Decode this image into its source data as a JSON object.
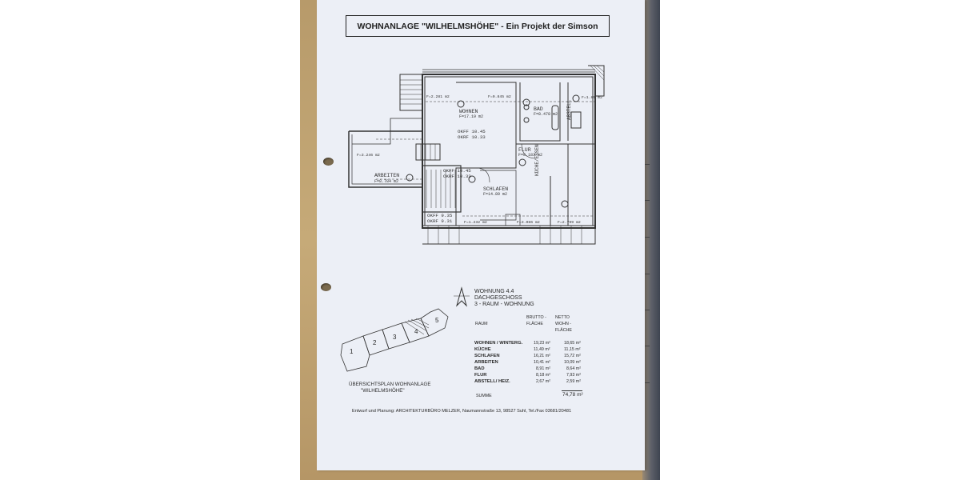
{
  "header": {
    "title": "WOHNANLAGE  \"WILHELMSHÖHE\" -   Ein Projekt der Simson"
  },
  "floorplan": {
    "rooms": [
      {
        "name": "WOHNEN",
        "area": "F=17.19 m2"
      },
      {
        "name": "BAD",
        "area": "F=8.478 m2"
      },
      {
        "name": "FLUR",
        "area": "F=8.183 m2"
      },
      {
        "name": "SCHLAFEN",
        "area": "F=14.89 m2"
      },
      {
        "name": "ARBEITEN",
        "area": "F=8.784 m2"
      },
      {
        "name": "KÜCHE/ESSEN",
        "area": ""
      },
      {
        "name": "ABSTELL",
        "area": ""
      }
    ],
    "areas": [
      "F=2.281 m2",
      "F=0.845 m2",
      "F=3.246 m2",
      "F=1.232 m2",
      "F=3.086 m2",
      "F=2.799 m2",
      "F=1.89 m2"
    ],
    "levels": [
      "OKFF 10.45",
      "OKRF 10.33",
      "OKFF 10.45",
      "OKRF 10.33",
      "OKFF 9.35",
      "OKRF 9.31"
    ]
  },
  "unit": {
    "line1": "WOHNUNG  4.4",
    "line2": "DACHGESCHOSS",
    "line3": "3 -  RAUM  - WOHNUNG"
  },
  "table": {
    "col_room": "RAUM",
    "col_gross": [
      "BRUTTO -",
      "FLÄCHE"
    ],
    "col_net": [
      "NETTO",
      "WOHN -",
      "FLÄCHE"
    ],
    "rows": [
      {
        "room": "WOHNEN / WINTERG.",
        "gross": "19,23 m²",
        "net": "18,65 m²"
      },
      {
        "room": "KÜCHE",
        "gross": "11,49 m²",
        "net": "11,15 m²"
      },
      {
        "room": "SCHLAFEN",
        "gross": "16,21 m²",
        "net": "15,72 m²"
      },
      {
        "room": "ARBEITEN",
        "gross": "10,41 m²",
        "net": "10,09 m²"
      },
      {
        "room": "BAD",
        "gross": "8,91 m²",
        "net": "8,64 m²"
      },
      {
        "room": "FLUR",
        "gross": "8,18 m²",
        "net": "7,93 m²"
      },
      {
        "room": "ABSTELL/ HEIZ.",
        "gross": "2,67 m²",
        "net": "2,59 m²"
      }
    ],
    "sum_label": "SUMME",
    "sum_value": "74,78 m²"
  },
  "siteplan": {
    "numbers": [
      "1",
      "2",
      "3",
      "4",
      "5"
    ],
    "caption1": "ÜBERSICHTSPLAN  WOHNANLAGE",
    "caption2": "\"WILHELMSHÖHE\""
  },
  "footer": {
    "text": "Entwurf und Planung:  ARCHITEKTURBÜRO MELZER, Naumannstraße 13, 98527 Suhl, Tel./Fax 03681/20481"
  }
}
